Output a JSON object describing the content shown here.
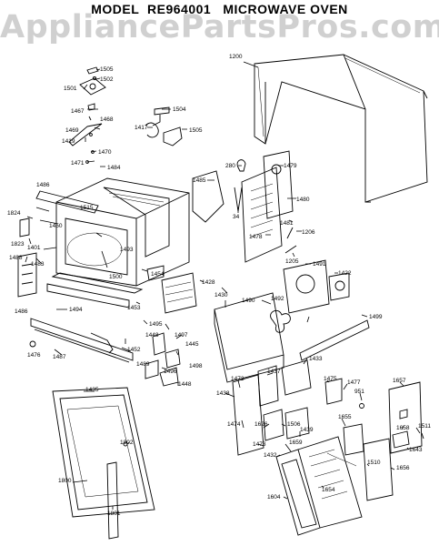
{
  "header": {
    "model_label": "MODEL",
    "model_number": "RE964001",
    "product": "MICROWAVE OVEN"
  },
  "watermark": "AppliancePartsPros.com",
  "parts": [
    {
      "id": "1505",
      "label": "1505"
    },
    {
      "id": "1502",
      "label": "1502"
    },
    {
      "id": "1501",
      "label": "1501"
    },
    {
      "id": "1467",
      "label": "1467"
    },
    {
      "id": "1468",
      "label": "1468"
    },
    {
      "id": "1469",
      "label": "1469"
    },
    {
      "id": "1419",
      "label": "1419"
    },
    {
      "id": "1470",
      "label": "1470"
    },
    {
      "id": "1471",
      "label": "1471"
    },
    {
      "id": "1484",
      "label": "1484"
    },
    {
      "id": "1486",
      "label": "1486"
    },
    {
      "id": "1504",
      "label": "1504"
    },
    {
      "id": "1417",
      "label": "1417"
    },
    {
      "id": "1505b",
      "label": "1505"
    },
    {
      "id": "1200",
      "label": "1200"
    },
    {
      "id": "280",
      "label": "280"
    },
    {
      "id": "1479",
      "label": "1479"
    },
    {
      "id": "1485",
      "label": "1485"
    },
    {
      "id": "34",
      "label": "34"
    },
    {
      "id": "1480",
      "label": "1480"
    },
    {
      "id": "1478",
      "label": "1478"
    },
    {
      "id": "1481",
      "label": "1481"
    },
    {
      "id": "1206",
      "label": "1206"
    },
    {
      "id": "1205",
      "label": "1205"
    },
    {
      "id": "1491",
      "label": "1491"
    },
    {
      "id": "1422",
      "label": "1422"
    },
    {
      "id": "1824",
      "label": "1824"
    },
    {
      "id": "1515",
      "label": "1515"
    },
    {
      "id": "1823",
      "label": "1823"
    },
    {
      "id": "1450",
      "label": "1450"
    },
    {
      "id": "1401",
      "label": "1401"
    },
    {
      "id": "1493",
      "label": "1493"
    },
    {
      "id": "1488",
      "label": "1488"
    },
    {
      "id": "1483",
      "label": "1483"
    },
    {
      "id": "1500",
      "label": "1500"
    },
    {
      "id": "1454",
      "label": "1454"
    },
    {
      "id": "1428",
      "label": "1428"
    },
    {
      "id": "1490",
      "label": "1490"
    },
    {
      "id": "1430",
      "label": "1430"
    },
    {
      "id": "1492",
      "label": "1492"
    },
    {
      "id": "1499",
      "label": "1499"
    },
    {
      "id": "1494",
      "label": "1494"
    },
    {
      "id": "1453",
      "label": "1453"
    },
    {
      "id": "1495",
      "label": "1495"
    },
    {
      "id": "1486b",
      "label": "1486"
    },
    {
      "id": "1476",
      "label": "1476"
    },
    {
      "id": "1487",
      "label": "1487"
    },
    {
      "id": "1452",
      "label": "1452"
    },
    {
      "id": "1448",
      "label": "1448"
    },
    {
      "id": "1497",
      "label": "1497"
    },
    {
      "id": "1445",
      "label": "1445"
    },
    {
      "id": "1433",
      "label": "1433"
    },
    {
      "id": "1489",
      "label": "1489"
    },
    {
      "id": "1496",
      "label": "1496"
    },
    {
      "id": "1498",
      "label": "1498"
    },
    {
      "id": "1448b",
      "label": "1448"
    },
    {
      "id": "1472",
      "label": "1472"
    },
    {
      "id": "1437",
      "label": "1437"
    },
    {
      "id": "1475",
      "label": "1475"
    },
    {
      "id": "1477",
      "label": "1477"
    },
    {
      "id": "1657",
      "label": "1657"
    },
    {
      "id": "1435",
      "label": "1435"
    },
    {
      "id": "1438",
      "label": "1438"
    },
    {
      "id": "951",
      "label": "951"
    },
    {
      "id": "1474",
      "label": "1474"
    },
    {
      "id": "1626",
      "label": "1626"
    },
    {
      "id": "1506",
      "label": "1506"
    },
    {
      "id": "1439",
      "label": "1439"
    },
    {
      "id": "1655",
      "label": "1655"
    },
    {
      "id": "1658",
      "label": "1658"
    },
    {
      "id": "1511",
      "label": "1511"
    },
    {
      "id": "1643",
      "label": "1643"
    },
    {
      "id": "1802",
      "label": "1802"
    },
    {
      "id": "1473",
      "label": "1473"
    },
    {
      "id": "1659",
      "label": "1659"
    },
    {
      "id": "1432",
      "label": "1432"
    },
    {
      "id": "1510",
      "label": "1510"
    },
    {
      "id": "1656",
      "label": "1656"
    },
    {
      "id": "1800",
      "label": "1800"
    },
    {
      "id": "1604",
      "label": "1604"
    },
    {
      "id": "1654",
      "label": "1654"
    },
    {
      "id": "1801",
      "label": "1801"
    }
  ]
}
